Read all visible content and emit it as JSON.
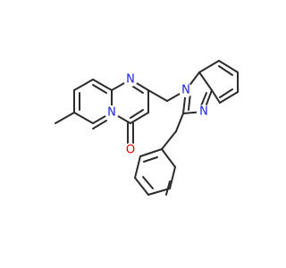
{
  "colors": {
    "bond": "#2b2b2b",
    "nitrogen": "#1b22e0",
    "oxygen": "#e00000",
    "background": "#ffffff"
  },
  "atoms": {
    "n_pyrimidine": {
      "symbol": "N",
      "element": "nitrogen"
    },
    "n_bridgehead": {
      "symbol": "N",
      "element": "nitrogen"
    },
    "o_carbonyl": {
      "symbol": "O",
      "element": "oxygen"
    },
    "n1_benzimidazole": {
      "symbol": "N",
      "element": "nitrogen"
    },
    "n3_benzimidazole": {
      "symbol": "N",
      "element": "nitrogen"
    }
  }
}
